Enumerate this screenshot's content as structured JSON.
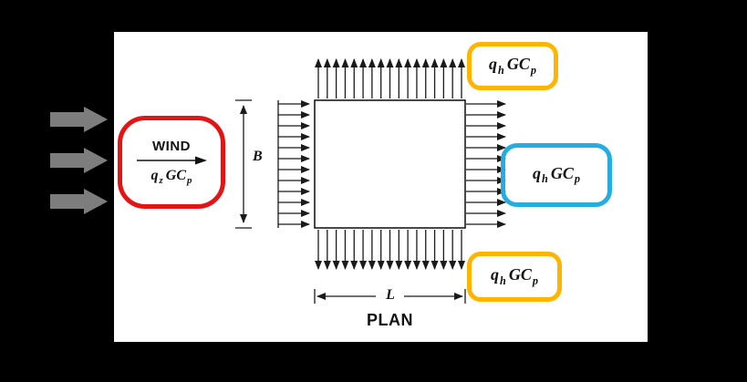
{
  "figure": {
    "caption": "PLAN",
    "wind_callout": {
      "label": "WIND",
      "formula": {
        "base1": "q",
        "sub1": "z",
        "base2": "GC",
        "sub2": "p"
      },
      "outline_color": "#e51414"
    },
    "pressure_labels": {
      "side_wall_top": {
        "formula": {
          "base1": "q",
          "sub1": "h",
          "base2": "GC",
          "sub2": "p"
        },
        "outline_color": "#ffb400"
      },
      "leeward_wall": {
        "formula": {
          "base1": "q",
          "sub1": "h",
          "base2": "GC",
          "sub2": "p"
        },
        "outline_color": "#25ade2"
      },
      "side_wall_bottom": {
        "formula": {
          "base1": "q",
          "sub1": "h",
          "base2": "GC",
          "sub2": "p"
        },
        "outline_color": "#ffb400"
      }
    },
    "dimensions": {
      "width": "B",
      "length": "L"
    },
    "colors": {
      "page_background": "#000000",
      "panel_background": "#ffffff",
      "diagram_line": "#1a1a1a",
      "flow_arrow_gray": "#7d7d7d"
    }
  }
}
